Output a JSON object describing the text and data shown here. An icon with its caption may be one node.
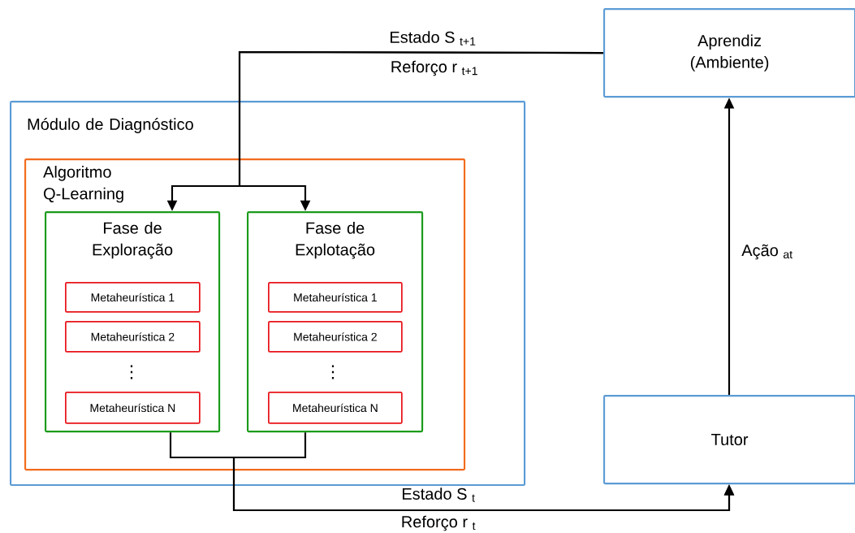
{
  "diagram": {
    "nodes": [
      {
        "text": [
          "Aprendiz (Ambiente)"
        ]
      },
      {
        "text": [
          "Módulo de Diagnóstico"
        ]
      },
      {
        "text": [
          "Algoritmo Q-Learning"
        ],
        "in": 1
      },
      {
        "text": [
          "Fase de Exploração"
        ],
        "in": 2
      },
      {
        "text": [
          "Metaheurística 1"
        ],
        "in": 3
      },
      {
        "text": [
          "Metaheurística 2"
        ],
        "in": 3
      },
      {
        "text": [
          "Metaheurística N"
        ],
        "in": 3
      },
      {
        "text": [
          "Fase de Explotação"
        ],
        "in": 2
      },
      {
        "text": [
          "Metaheurística 1"
        ],
        "in": 7
      },
      {
        "text": [
          "Metaheurística 2"
        ],
        "in": 7
      },
      {
        "text": [
          "Metaheurística N"
        ],
        "in": 7
      },
      {
        "text": [
          "Tutor"
        ]
      }
    ],
    "edges": [
      {
        "from": 0,
        "to": 3,
        "arrow": "to",
        "label": "Estado S $_{t+1}$"
      },
      {
        "from": 0,
        "to": 7,
        "arrow": "to",
        "label": "Reforço r $_{t+1}$"
      },
      {
        "from": 3,
        "to": 11,
        "arrow": "to",
        "label": "Estado S $_{t}$"
      },
      {
        "from": 7,
        "to": 11,
        "arrow": "to",
        "label": "Reforço r $_{t}$"
      },
      {
        "from": 11,
        "to": 0,
        "arrow": "to",
        "label": "Ação $_{at}$"
      }
    ],
    "labels": [
      "⋮",
      "⋮"
    ]
  }
}
